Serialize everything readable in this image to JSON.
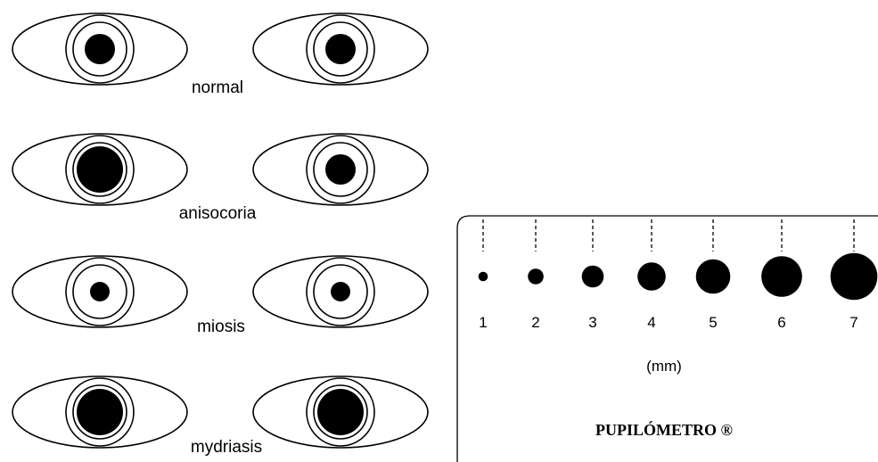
{
  "conditions": [
    {
      "label": "normal",
      "left_pupil": "medium",
      "right_pupil": "medium"
    },
    {
      "label": "anisocoria",
      "left_pupil": "large",
      "right_pupil": "medium"
    },
    {
      "label": "miosis",
      "left_pupil": "small",
      "right_pupil": "small"
    },
    {
      "label": "mydriasis",
      "left_pupil": "large",
      "right_pupil": "large"
    }
  ],
  "pupilometer": {
    "sizes": [
      {
        "label": "1",
        "mm": 1
      },
      {
        "label": "2",
        "mm": 2
      },
      {
        "label": "3",
        "mm": 3
      },
      {
        "label": "4",
        "mm": 4
      },
      {
        "label": "5",
        "mm": 5
      },
      {
        "label": "6",
        "mm": 6
      },
      {
        "label": "7",
        "mm": 7
      }
    ],
    "unit": "(mm)",
    "title": "PUPILÓMETRO ®"
  }
}
